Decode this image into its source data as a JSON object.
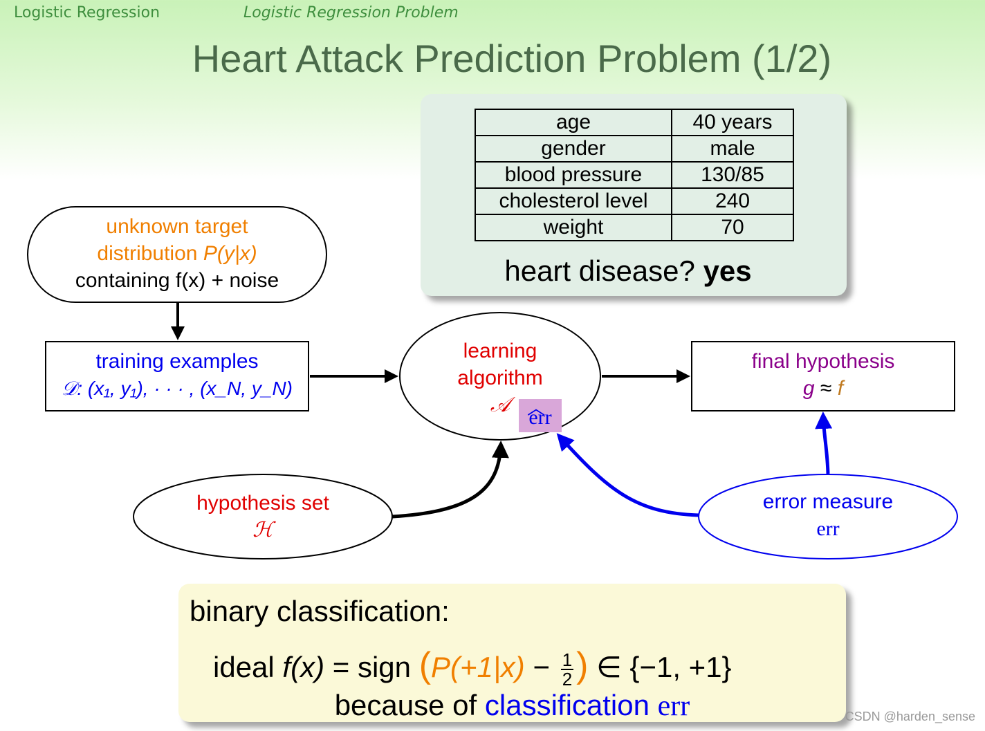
{
  "header": {
    "section": "Logistic Regression",
    "subsection": "Logistic Regression Problem",
    "title": "Heart Attack Prediction Problem (1/2)"
  },
  "patient": {
    "rows": [
      {
        "key": "age",
        "value": "40 years"
      },
      {
        "key": "gender",
        "value": "male"
      },
      {
        "key": "blood pressure",
        "value": "130/85"
      },
      {
        "key": "cholesterol level",
        "value": "240"
      },
      {
        "key": "weight",
        "value": "70"
      }
    ],
    "question": "heart disease?",
    "answer": "yes"
  },
  "diagram": {
    "target": {
      "line1": "unknown target",
      "line2_prefix": "distribution ",
      "line2_math": "P(y|x)",
      "line3": "containing f(x) + noise"
    },
    "training": {
      "line1": "training examples",
      "line2": "𝒟: (x₁, y₁), · · · , (x_N, y_N)"
    },
    "algorithm": {
      "line1": "learning",
      "line2": "algorithm",
      "symbol": "𝒜",
      "err_badge": "err"
    },
    "final": {
      "line1": "final hypothesis",
      "line2_g": "g",
      "line2_approx": "≈",
      "line2_f": "f"
    },
    "hypothesis_set": {
      "line1": "hypothesis set",
      "symbol": "ℋ"
    },
    "error_measure": {
      "line1": "error measure",
      "symbol": "err"
    }
  },
  "binary": {
    "line1": "binary classification:",
    "ideal": "ideal",
    "fx": "f(x)",
    "eq": "=",
    "sign": "sign",
    "prob": "P(+1|x)",
    "minus": "−",
    "frac_num": "1",
    "frac_den": "2",
    "set": "∈ {−1, +1}",
    "because": "because of",
    "classification": "classification",
    "err": "err"
  },
  "watermark": "CSDN @harden_sense",
  "colors": {
    "header_green": "#3e8e3e",
    "title": "#4a6a4a",
    "orange": "#f07f00",
    "red": "#e00000",
    "blue": "#0000ee",
    "purple": "#8a008a"
  }
}
